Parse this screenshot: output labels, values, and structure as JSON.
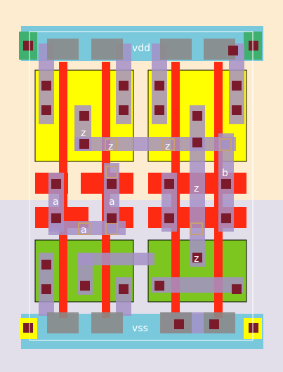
{
  "labels": {
    "vdd": "vdd",
    "vss": "vss",
    "z": "z",
    "a": "a",
    "b": "b"
  },
  "colors": {
    "nwell": "#fdeccf",
    "pwell": "#e2dfeb",
    "pdiff": "#ffff00",
    "ndiff": "#7cc61f",
    "poly": "#ff2a12",
    "metal1": "#7fa0b8",
    "metal1_alt": "#a490c8",
    "metal2": "#79c8dc",
    "contact": "#7a1a2a",
    "via": "#c8a070",
    "boundary": "#ffffff"
  }
}
